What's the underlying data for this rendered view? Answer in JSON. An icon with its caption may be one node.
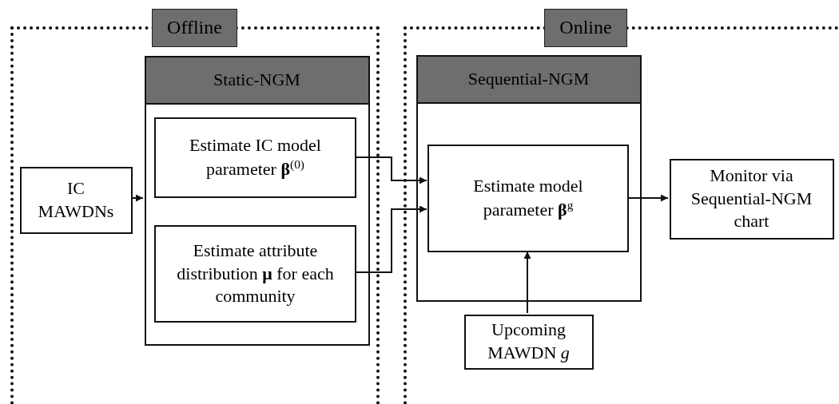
{
  "diagram": {
    "nodes": [
      {
        "text": [
          "Offline"
        ]
      },
      {
        "text": [
          "Static-NGM"
        ],
        "in": 0
      },
      {
        "text": [
          "Estimate IC model parameter **β**$^{(0)}$"
        ],
        "in": 1
      },
      {
        "text": [
          "Estimate attribute distribution **μ** for each community"
        ],
        "in": 1
      },
      {
        "text": [
          "IC MAWDNs"
        ],
        "in": 0
      },
      {
        "text": [
          "Online"
        ]
      },
      {
        "text": [
          "Sequential-NGM"
        ],
        "in": 5
      },
      {
        "text": [
          "Estimate model parameter **β**$^{g}$"
        ],
        "in": 6
      },
      {
        "text": [
          "Upcoming MAWDN *g*"
        ],
        "in": 5
      },
      {
        "text": [
          "Monitor via Sequential-NGM chart"
        ],
        "in": 5
      }
    ],
    "edges": [
      {
        "from": 4,
        "to": 1,
        "arrow": "to"
      },
      {
        "from": 2,
        "to": 7,
        "arrow": "to"
      },
      {
        "from": 3,
        "to": 7,
        "arrow": "to"
      },
      {
        "from": 8,
        "to": 7,
        "arrow": "to"
      },
      {
        "from": 7,
        "to": 9,
        "arrow": "to"
      }
    ]
  }
}
